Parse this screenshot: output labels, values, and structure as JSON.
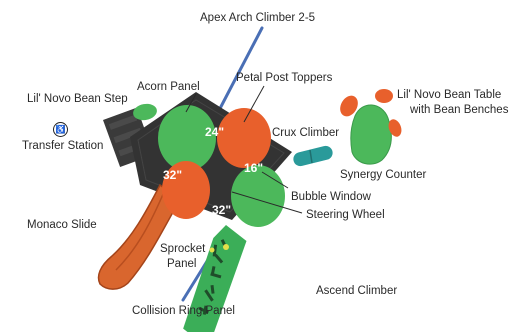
{
  "labels": {
    "apex": "Apex Arch Climber 2-5",
    "petal": "Petal Post Toppers",
    "acorn": "Acorn Panel",
    "bean_step": "Lil' Novo Bean Step",
    "bean_table_1": "Lil' Novo Bean Table",
    "bean_table_2": "with Bean Benches",
    "transfer": "Transfer Station",
    "crux": "Crux Climber",
    "synergy": "Synergy Counter",
    "bubble": "Bubble Window",
    "steering": "Steering Wheel",
    "monaco": "Monaco Slide",
    "sprocket_1": "Sprocket",
    "sprocket_2": "Panel",
    "ascend": "Ascend Climber",
    "collision": "Collision Ring Panel"
  },
  "measurements": {
    "top_left": "24\"",
    "right": "16\"",
    "left": "32\"",
    "bottom": "32\""
  },
  "icons": {
    "transfer": "wheelchair-icon"
  },
  "colors": {
    "deck": "#333333",
    "green": "#4cb85b",
    "orange": "#e8602c",
    "slide": "#d9662e",
    "pole": "#4a6fb5",
    "teal": "#2a9a9a",
    "leader": "#2a2a2a"
  }
}
